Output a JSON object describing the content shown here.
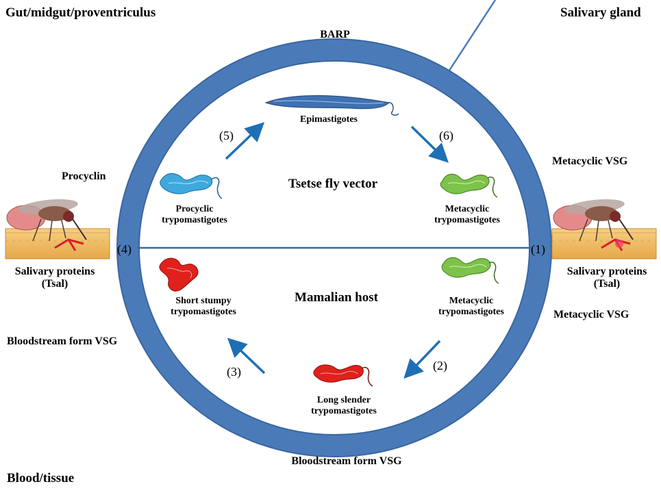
{
  "corners": {
    "top_left": "Gut/midgut/proventriculus",
    "top_right": "Salivary gland",
    "bottom_left": "Blood/tissue"
  },
  "surface_proteins": {
    "barp": "BARP",
    "procyclin": "Procyclin",
    "metacyclic_vsg_upper": "Metacyclic VSG",
    "metacyclic_vsg_lower": "Metacyclic VSG",
    "bloodstream_vsg_left": "Bloodstream form VSG",
    "bloodstream_vsg_bottom": "Bloodstream form VSG"
  },
  "hosts": {
    "vector": "Tsetse fly vector",
    "mammal": "Mamalian host"
  },
  "salivary": {
    "left_line1": "Salivary proteins",
    "left_line2": "(Tsal)",
    "right_line1": "Salivary proteins",
    "right_line2": "(Tsal)"
  },
  "stages": {
    "epimastigotes": "Epimastigotes",
    "procyclic_line1": "Procyclic",
    "procyclic_line2": "trypomastigotes",
    "metacyclic_top_line1": "Metacyclic",
    "metacyclic_top_line2": "trypomastigotes",
    "metacyclic_bottom_line1": "Metacyclic",
    "metacyclic_bottom_line2": "trypomastigotes",
    "short_stumpy_line1": "Short stumpy",
    "short_stumpy_line2": "trypomastigotes",
    "long_slender_line1": "Long slender",
    "long_slender_line2": "trypomastigotes"
  },
  "steps": {
    "s1": "(1)",
    "s2": "(2)",
    "s3": "(3)",
    "s4": "(4)",
    "s5": "(5)",
    "s6": "(6)"
  },
  "colors": {
    "ring": "#4a7ab8",
    "ring_edge": "#3a66a0",
    "arrow": "#1f6fb5",
    "procyclic": "#3fa9dc",
    "epimastigote": "#3f72b3",
    "metacyclic": "#7dc24a",
    "bloodstream": "#e0211b",
    "skin": "#f2c26b"
  }
}
